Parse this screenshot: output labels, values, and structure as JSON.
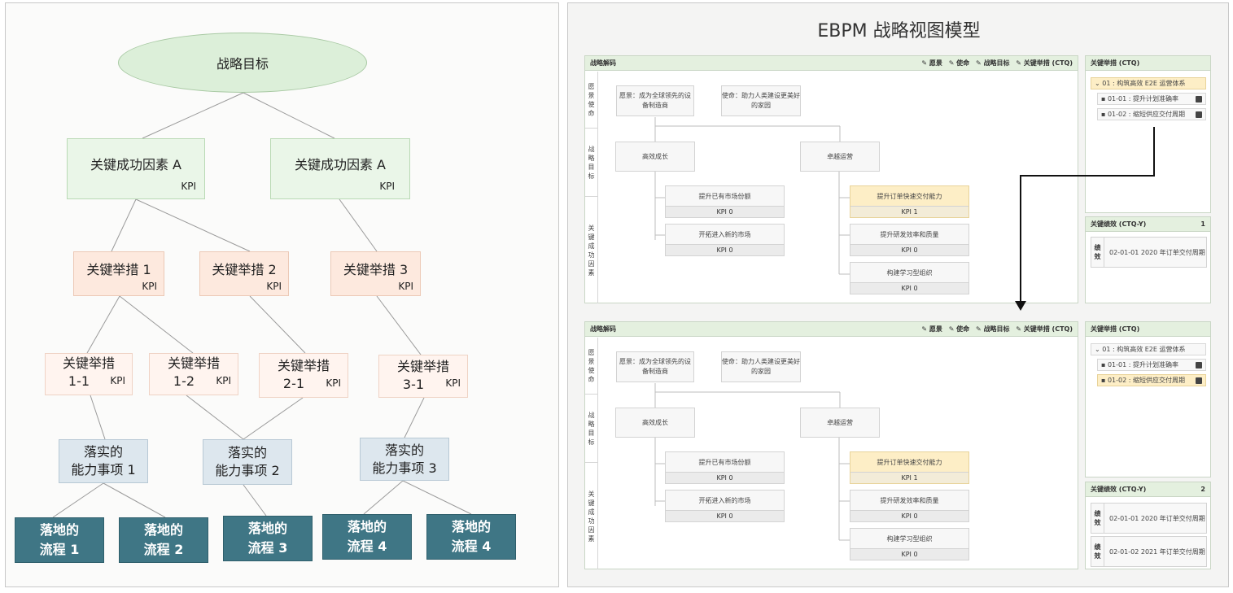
{
  "left": {
    "goal": "战略目标",
    "csf": [
      {
        "label": "关键成功因素 A",
        "kpi": "KPI"
      },
      {
        "label": "关键成功因素 A",
        "kpi": "KPI"
      }
    ],
    "measures": [
      {
        "label": "关键举措 1",
        "kpi": "KPI"
      },
      {
        "label": "关键举措 2",
        "kpi": "KPI"
      },
      {
        "label": "关键举措 3",
        "kpi": "KPI"
      }
    ],
    "sub_measures": [
      {
        "line1": "关键举措",
        "line2": "1-1",
        "kpi": "KPI"
      },
      {
        "line1": "关键举措",
        "line2": "1-2",
        "kpi": "KPI"
      },
      {
        "line1": "关键举措",
        "line2": "2-1",
        "kpi": "KPI"
      },
      {
        "line1": "关键举措",
        "line2": "3-1",
        "kpi": "KPI"
      }
    ],
    "capabilities": [
      {
        "line1": "落实的",
        "line2": "能力事项 1"
      },
      {
        "line1": "落实的",
        "line2": "能力事项 2"
      },
      {
        "line1": "落实的",
        "line2": "能力事项 3"
      }
    ],
    "processes": [
      {
        "line1": "落地的",
        "line2": "流程 1"
      },
      {
        "line1": "落地的",
        "line2": "流程 2"
      },
      {
        "line1": "落地的",
        "line2": "流程 3"
      },
      {
        "line1": "落地的",
        "line2": "流程 4"
      },
      {
        "line1": "落地的",
        "line2": "流程 4"
      }
    ]
  },
  "right": {
    "title": "EBPM 战略视图模型",
    "tools": [
      "✎ 愿景",
      "✎ 使命",
      "✎ 战略目标",
      "✎ 关键举措 (CTQ)"
    ],
    "views": [
      {
        "header": "战略解码",
        "row_labels": [
          "愿景使命",
          "战略目标",
          "关键成功因素"
        ],
        "vision": "愿景：成为全球领先的设备制造商",
        "mission": "使命：助力人类建设更美好的家园",
        "goals": [
          "高效成长",
          "卓越运营"
        ],
        "csf_left": [
          {
            "label": "提升已有市场份额",
            "kpi": "KPI 0"
          },
          {
            "label": "开拓进入新的市场",
            "kpi": "KPI 0"
          }
        ],
        "csf_right": [
          {
            "label": "提升订单快速交付能力",
            "kpi": "KPI 1"
          },
          {
            "label": "提升研发效率和质量",
            "kpi": "KPI 0"
          },
          {
            "label": "构建学习型组织",
            "kpi": "KPI 0"
          }
        ],
        "ctq_header": "关键举措 (CTQ)",
        "ctq_root": "01 : 构筑高效 E2E 运营体系",
        "ctq_items": [
          "01-01 : 提升计划准确率",
          "01-02 : 缩短供应交付周期"
        ],
        "perf_header": "关键绩效 (CTQ-Y)",
        "perf_count": "1",
        "perf_label": "绩效",
        "perf_items": [
          "02-01-01 2020 年订单交付周期"
        ]
      },
      {
        "header": "战略解码",
        "row_labels": [
          "愿景使命",
          "战略目标",
          "关键成功因素"
        ],
        "vision": "愿景：成为全球领先的设备制造商",
        "mission": "使命：助力人类建设更美好的家园",
        "goals": [
          "高效成长",
          "卓越运营"
        ],
        "csf_left": [
          {
            "label": "提升已有市场份额",
            "kpi": "KPI 0"
          },
          {
            "label": "开拓进入新的市场",
            "kpi": "KPI 0"
          }
        ],
        "csf_right": [
          {
            "label": "提升订单快速交付能力",
            "kpi": "KPI 1"
          },
          {
            "label": "提升研发效率和质量",
            "kpi": "KPI 0"
          },
          {
            "label": "构建学习型组织",
            "kpi": "KPI 0"
          }
        ],
        "ctq_header": "关键举措 (CTQ)",
        "ctq_root": "01 : 构筑高效 E2E 运营体系",
        "ctq_items": [
          "01-01 : 提升计划准确率",
          "01-02 : 缩短供应交付周期"
        ],
        "perf_header": "关键绩效 (CTQ-Y)",
        "perf_count": "2",
        "perf_label": "绩效",
        "perf_items": [
          "02-01-01 2020 年订单交付周期",
          "02-01-02 2021 年订单交付周期"
        ]
      }
    ]
  },
  "colors": {
    "goal": "#dcefd9",
    "csf": "#eaf6e8",
    "measure": "#fde9de",
    "sub_measure": "#fff4ef",
    "capability": "#dde7ee",
    "process": "#3f7685",
    "highlight": "#fdeec6"
  }
}
